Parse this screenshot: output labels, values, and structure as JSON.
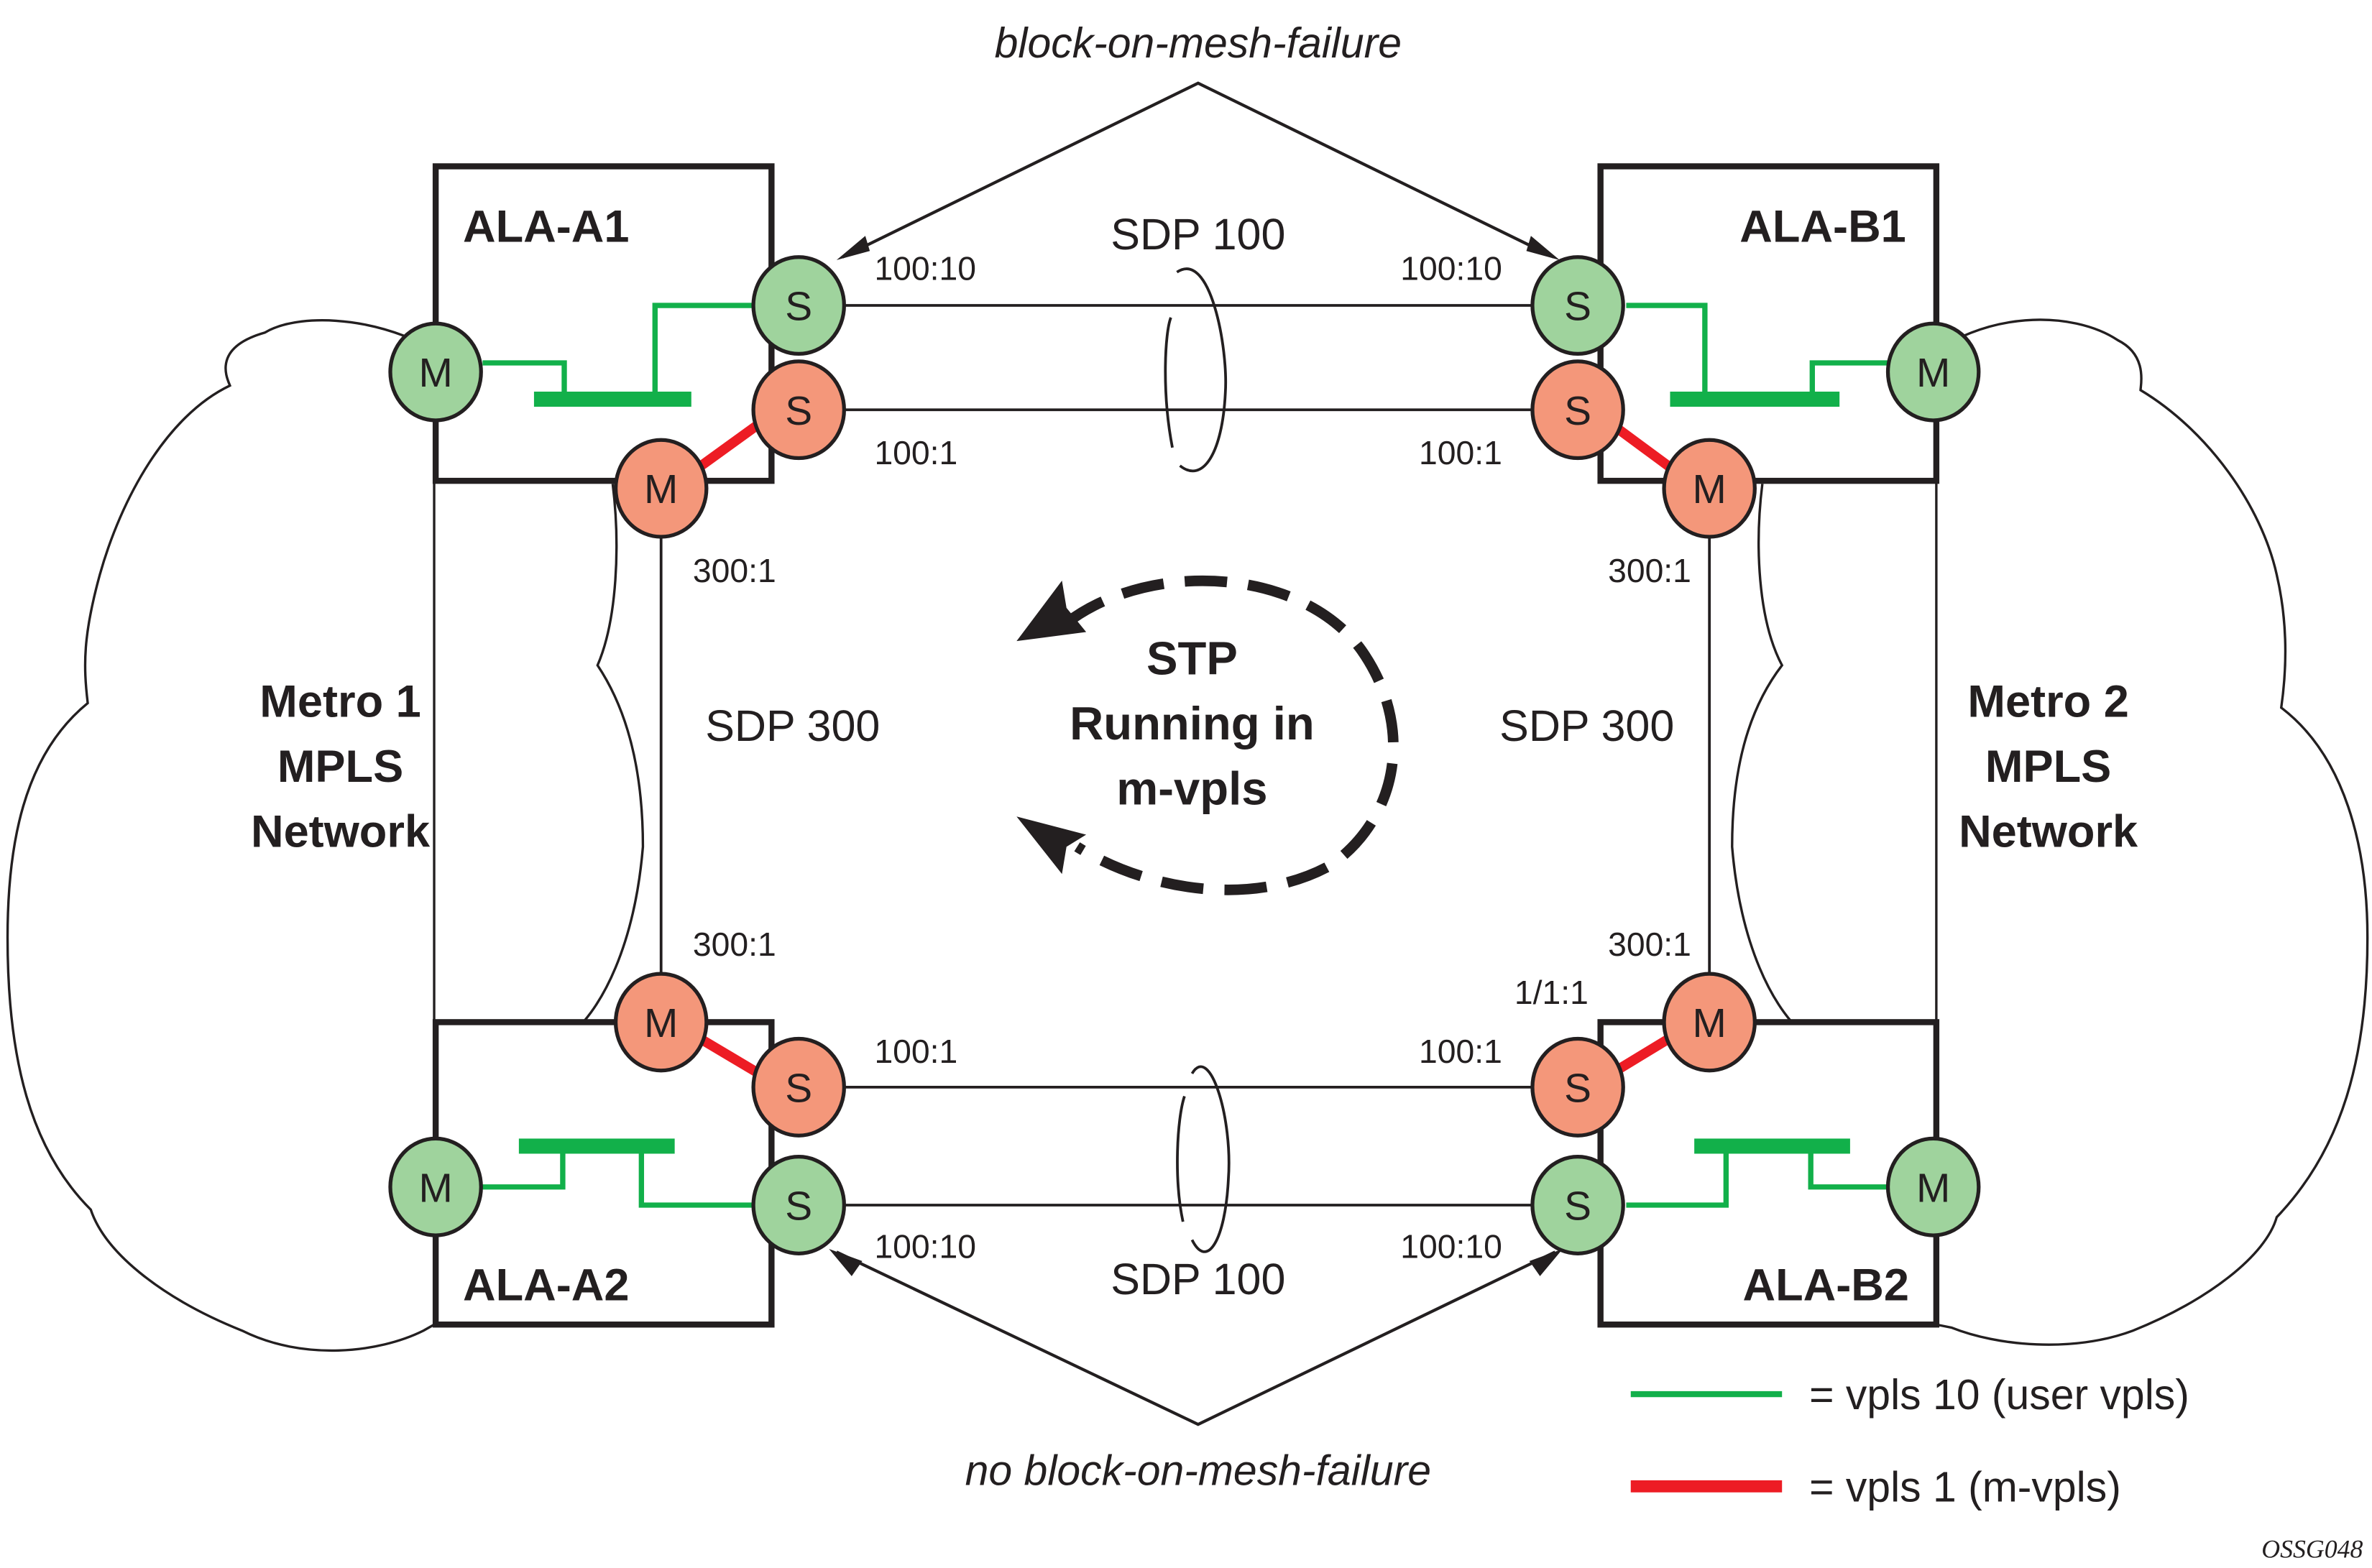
{
  "annotations": {
    "top": "block-on-mesh-failure",
    "bottom": "no block-on-mesh-failure"
  },
  "nodes": {
    "a1": "ALA-A1",
    "b1": "ALA-B1",
    "a2": "ALA-A2",
    "b2": "ALA-B2"
  },
  "clouds": {
    "metro1": [
      "Metro 1",
      "MPLS",
      "Network"
    ],
    "metro2": [
      "Metro 2",
      "MPLS",
      "Network"
    ]
  },
  "sdp": {
    "top": "SDP 100",
    "bottom": "SDP 100",
    "left": "SDP 300",
    "right": "SDP 300"
  },
  "labels": {
    "a1_s10": "100:10",
    "a1_s1": "100:1",
    "b1_s10": "100:10",
    "b1_s1": "100:1",
    "a1_m300": "300:1",
    "b1_m300": "300:1",
    "a2_m300": "300:1",
    "b2_m300": "300:1",
    "b2_port": "1/1:1",
    "a2_s1": "100:1",
    "b2_s1": "100:1",
    "a2_s10": "100:10",
    "b2_s10": "100:10"
  },
  "node_letters": {
    "mesh": "M",
    "spoke": "S"
  },
  "stp": [
    "STP",
    "Running in",
    "m-vpls"
  ],
  "legend": [
    {
      "label": "= vpls 10 (user vpls)",
      "color": "#12b04a"
    },
    {
      "label": "= vpls 1 (m-vpls)",
      "color": "#ed1c24"
    }
  ],
  "figure_id": "OSSG048",
  "colors": {
    "user_vpls": "#12b04a",
    "m_vpls": "#ed1c24",
    "user_node_fill": "#9fd39d",
    "m_node_fill": "#f4977a"
  }
}
